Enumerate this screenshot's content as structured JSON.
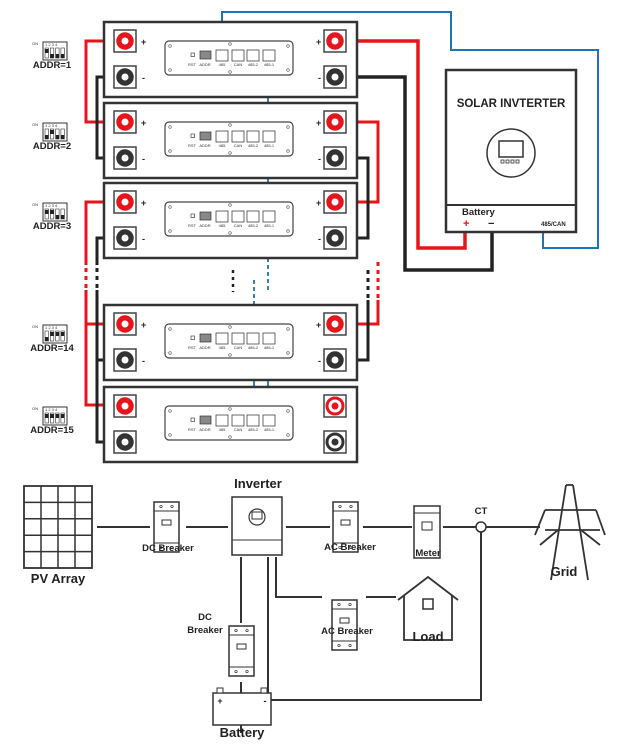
{
  "colors": {
    "positive": "#e8141b",
    "negative": "#222222",
    "comm": "#1a75bb",
    "outline": "#333333"
  },
  "modules": [
    {
      "addr_label": "ADDR=1",
      "dip": [
        1,
        0,
        0,
        0
      ],
      "plus": "+",
      "minus": "-"
    },
    {
      "addr_label": "ADDR=2",
      "dip": [
        0,
        1,
        0,
        0
      ],
      "plus": "+",
      "minus": "-"
    },
    {
      "addr_label": "ADDR=3",
      "dip": [
        1,
        1,
        0,
        0
      ],
      "plus": "+",
      "minus": "-"
    },
    {
      "addr_label": "ADDR=14",
      "dip": [
        0,
        1,
        1,
        1
      ],
      "plus": "+",
      "minus": "-"
    },
    {
      "addr_label": "ADDR=15",
      "dip": [
        1,
        1,
        1,
        1
      ],
      "plus": "",
      "minus": ""
    }
  ],
  "dip": {
    "on_label": "ON",
    "numbers": "1 2 3 4"
  },
  "panel_ports": [
    "RST",
    "ADDR",
    "485",
    "CAN",
    "485-2",
    "485-1"
  ],
  "solar_inverter": {
    "title": "SOLAR INVTERTER",
    "battery_label": "Battery",
    "plus": "+",
    "minus": "−",
    "comm_label": "485/CAN"
  },
  "system": {
    "pv_array": "PV Array",
    "dc_breaker_pv": "DC Breaker",
    "inverter": "Inverter",
    "ac_breaker_grid": "AC Breaker",
    "meter": "Meter",
    "ct": "CT",
    "grid": "Grid",
    "ac_breaker_load": "AC Breaker",
    "load": "Load",
    "dc_breaker_batt_line1": "DC",
    "dc_breaker_batt_line2": "Breaker",
    "battery": "Battery",
    "battery_plus": "+",
    "battery_minus": "-"
  }
}
